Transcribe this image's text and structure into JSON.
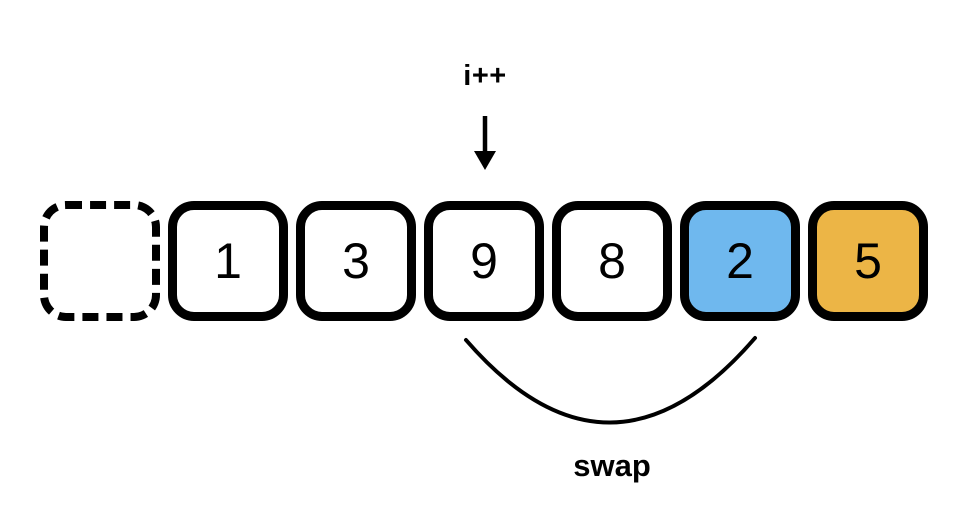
{
  "pointer": {
    "label": "i++"
  },
  "array": {
    "cells": [
      {
        "value": "",
        "variant": "dashed-empty"
      },
      {
        "value": "1",
        "variant": "plain"
      },
      {
        "value": "3",
        "variant": "plain"
      },
      {
        "value": "9",
        "variant": "plain"
      },
      {
        "value": "8",
        "variant": "plain"
      },
      {
        "value": "2",
        "variant": "highlight-blue",
        "bg": "#6FB8EE"
      },
      {
        "value": "5",
        "variant": "highlight-orange",
        "bg": "#ECB546"
      }
    ]
  },
  "swap": {
    "label": "swap"
  },
  "colors": {
    "line": "#000000",
    "blue": "#6FB8EE",
    "orange": "#ECB546"
  }
}
